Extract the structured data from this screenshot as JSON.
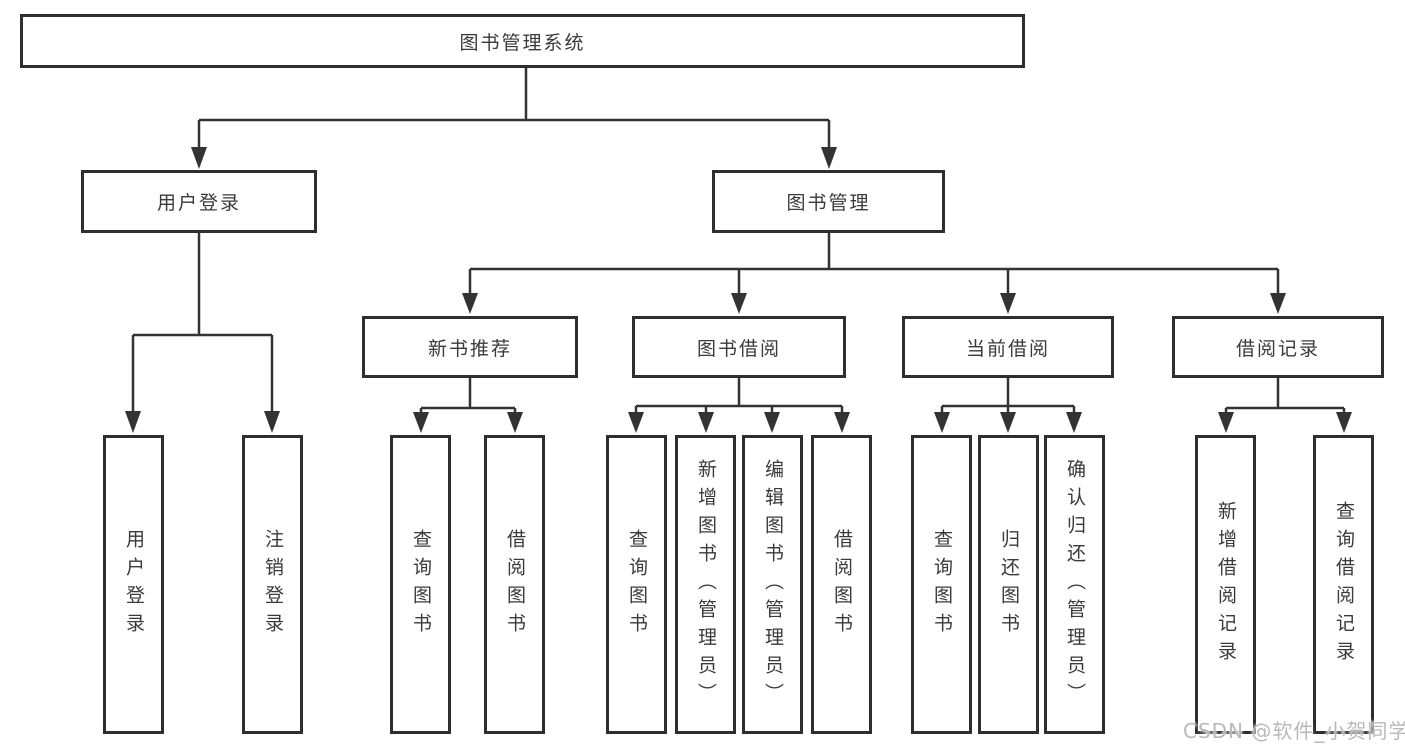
{
  "tree": {
    "label": "图书管理系统",
    "children": [
      {
        "label": "用户登录",
        "children": [
          {
            "label": "用户登录"
          },
          {
            "label": "注销登录"
          }
        ]
      },
      {
        "label": "图书管理",
        "children": [
          {
            "label": "新书推荐",
            "children": [
              {
                "label": "查询图书"
              },
              {
                "label": "借阅图书"
              }
            ]
          },
          {
            "label": "图书借阅",
            "children": [
              {
                "label": "查询图书"
              },
              {
                "label": "新增图书（管理员）"
              },
              {
                "label": "编辑图书（管理员）"
              },
              {
                "label": "借阅图书"
              }
            ]
          },
          {
            "label": "当前借阅",
            "children": [
              {
                "label": "查询图书"
              },
              {
                "label": "归还图书"
              },
              {
                "label": "确认归还（管理员）"
              }
            ]
          },
          {
            "label": "借阅记录",
            "children": [
              {
                "label": "新增借阅记录"
              },
              {
                "label": "查询借阅记录"
              }
            ]
          }
        ]
      }
    ]
  },
  "watermark": "CSDN @软件_小贺同学",
  "colors": {
    "line": "#333333",
    "box_border": "#2e2e2e",
    "text": "#3a3a3a",
    "watermark": "#b9b9b9",
    "background": "#ffffff"
  }
}
